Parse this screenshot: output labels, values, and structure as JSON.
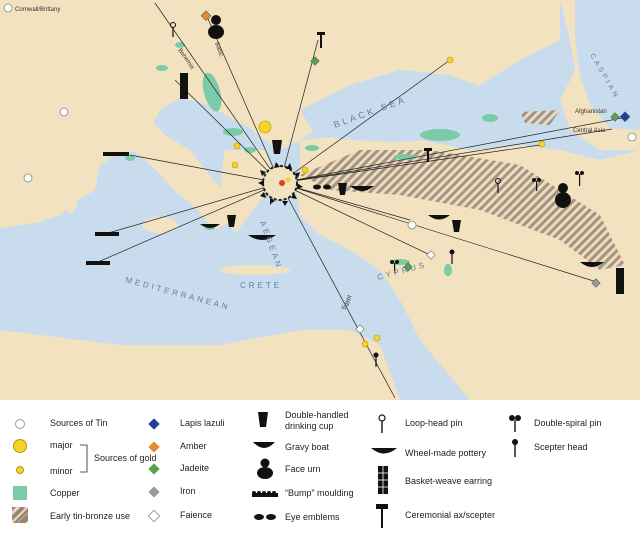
{
  "map": {
    "labels": {
      "cornwall": "Cornwall/Brittany",
      "bohemia": "Bohemia",
      "baltic": "Baltic",
      "caspian": "CASPIAN",
      "black_sea": "BLACK SEA",
      "afghanistan": "Afghanistan",
      "central_asia": "Central Asia",
      "mediterranean": "MEDITERRANEAN",
      "crete": "CRETE",
      "aegean": "AEGEAN",
      "cyprus": "CYPRUS",
      "egypt": "Egypt"
    },
    "colors": {
      "sea": "#c8dcee",
      "land": "#f3e2bf",
      "copper": "#7ccba8",
      "gold": "#f5d327",
      "lapis": "#1f3f9c",
      "amber": "#e98a2f",
      "jadeite": "#58a44a",
      "iron": "#9a9a9a",
      "hatch": "#8e7a6a"
    }
  },
  "legend": {
    "col1": {
      "tin": "Sources of Tin",
      "major": "major",
      "minor": "minor",
      "gold_group": "Sources of gold",
      "copper": "Copper",
      "tinbronze": "Early tin-bronze use"
    },
    "col2": {
      "lapis": "Lapis lazuli",
      "amber": "Amber",
      "jadeite": "Jadeite",
      "iron": "Iron",
      "faience": "Faience"
    },
    "col3": {
      "cup": "Double-handled drinking cup",
      "gravy": "Gravy boat",
      "faceurn": "Face urn",
      "bump": "“Bump” moulding",
      "eye": "Eye emblems"
    },
    "col4": {
      "looppin": "Loop-head pin",
      "wheel": "Wheel-made pottery",
      "basket": "Basket-weave earring",
      "ax": "Ceremonial ax/scepter"
    },
    "col5": {
      "spiral": "Double-spiral pin",
      "scepter": "Scepter head"
    }
  }
}
